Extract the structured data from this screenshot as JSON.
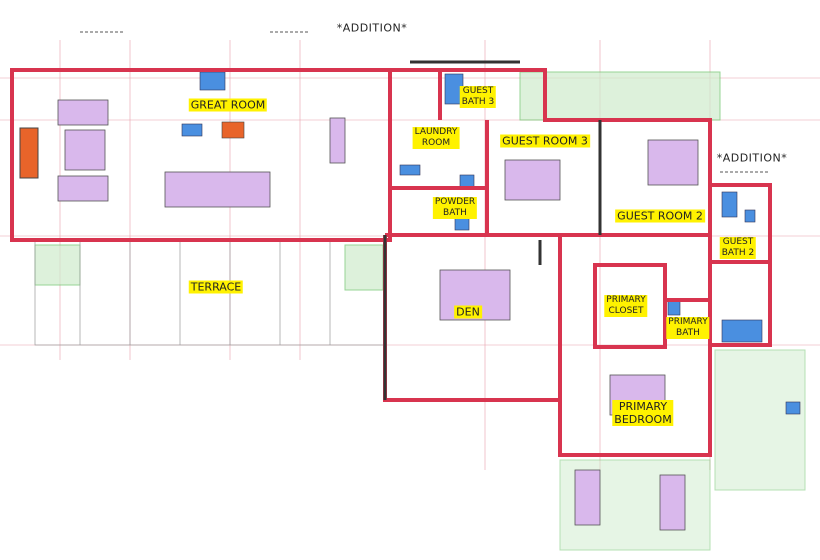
{
  "plan": {
    "additions": [
      "*ADDITION*",
      "*ADDITION*"
    ],
    "rooms": {
      "great_room": "GREAT ROOM",
      "guest_bath_3": [
        "GUEST",
        "BATH 3"
      ],
      "laundry_room": [
        "LAUNDRY",
        "ROOM"
      ],
      "guest_room_3": "GUEST ROOM 3",
      "powder_bath": [
        "POWDER",
        "BATH"
      ],
      "guest_room_2": "GUEST ROOM 2",
      "guest_bath_2": [
        "GUEST",
        "BATH 2"
      ],
      "terrace": "TERRACE",
      "den": "DEN",
      "primary_closet": [
        "PRIMARY",
        "CLOSET"
      ],
      "primary_bath": [
        "PRIMARY",
        "BATH"
      ],
      "primary_bedroom": [
        "PRIMARY",
        "BEDROOM"
      ]
    },
    "colors": {
      "wall": "#d8344f",
      "furniture": "#c89be0",
      "plumbing": "#4a8fe0",
      "landscape": "#6cc36a",
      "highlight": "#fff200",
      "fireplace": "#e8642a"
    }
  }
}
